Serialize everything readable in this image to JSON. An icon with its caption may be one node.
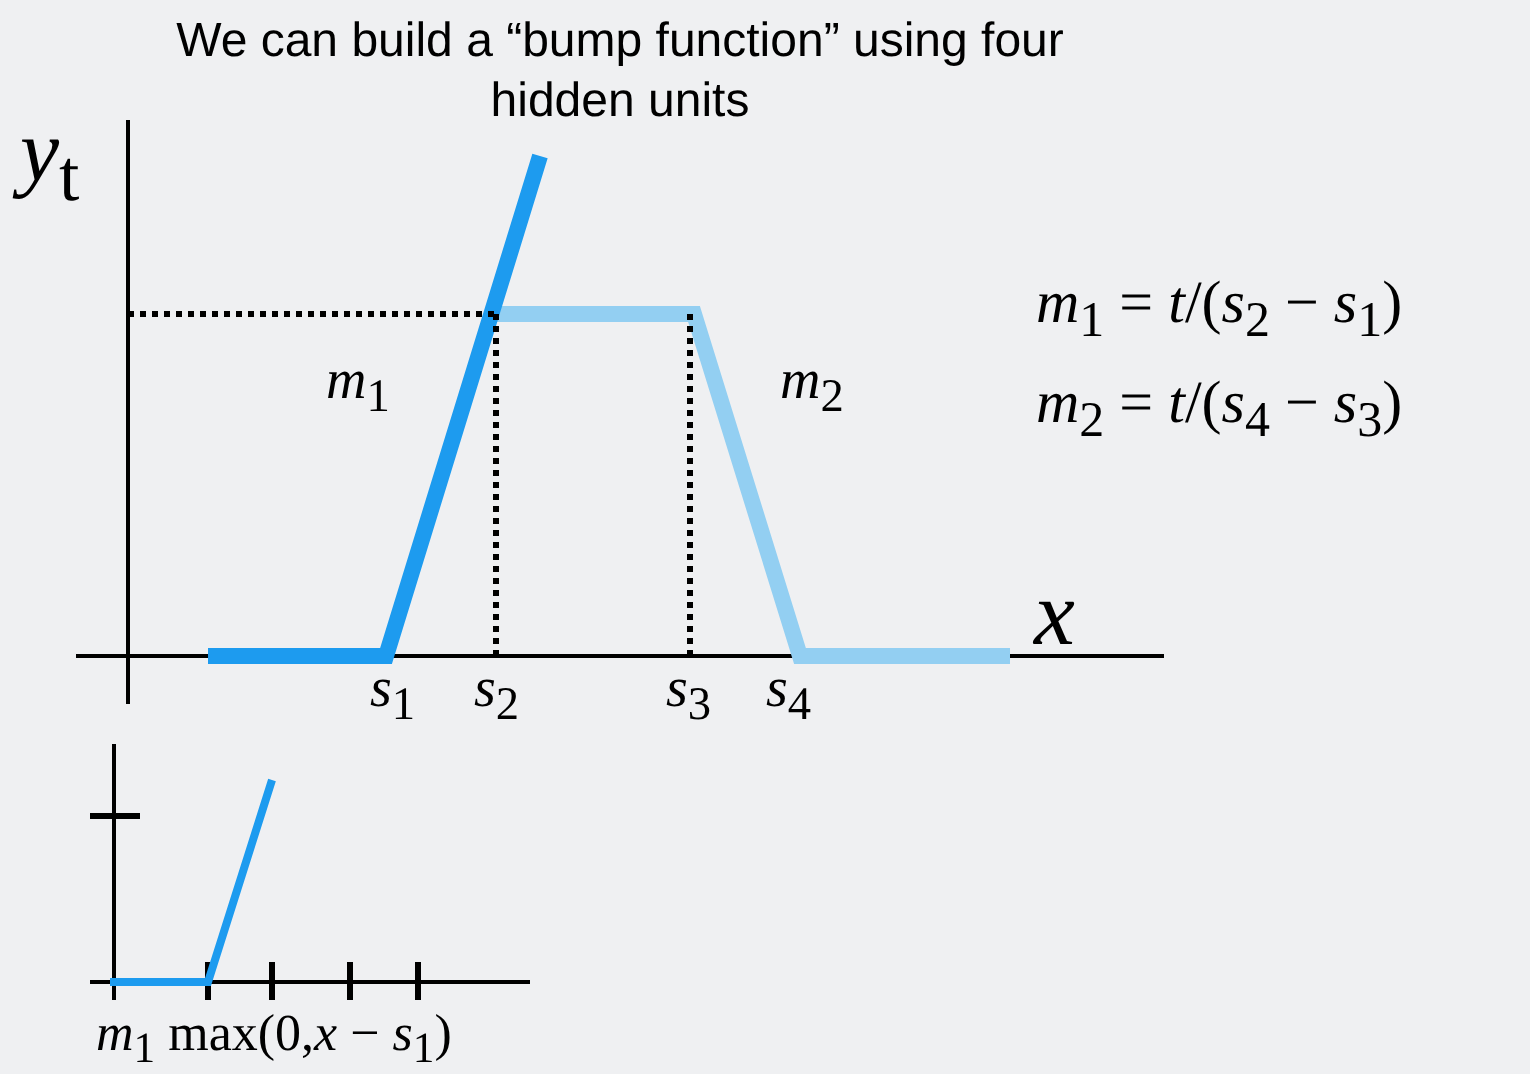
{
  "diagram": {
    "title": "We can build a “bump function” using four hidden units",
    "labels": [
      "*y*$_{t}$",
      "*m*$_{1}$ = *t*/(*s*$_{2}$ − *s*$_{1}$)",
      "*m*$_{1}$",
      "*m*$_{2}$",
      "*m*$_{2}$ = *t*/(*s*$_{4}$ − *s*$_{3}$)",
      "*x*",
      "*s*$_{1}$",
      "*s*$_{2}$",
      "*s*$_{3}$",
      "*s*$_{4}$",
      "*m*$_{1}$ max(0,*x* − *s*$_{1}$)"
    ]
  }
}
